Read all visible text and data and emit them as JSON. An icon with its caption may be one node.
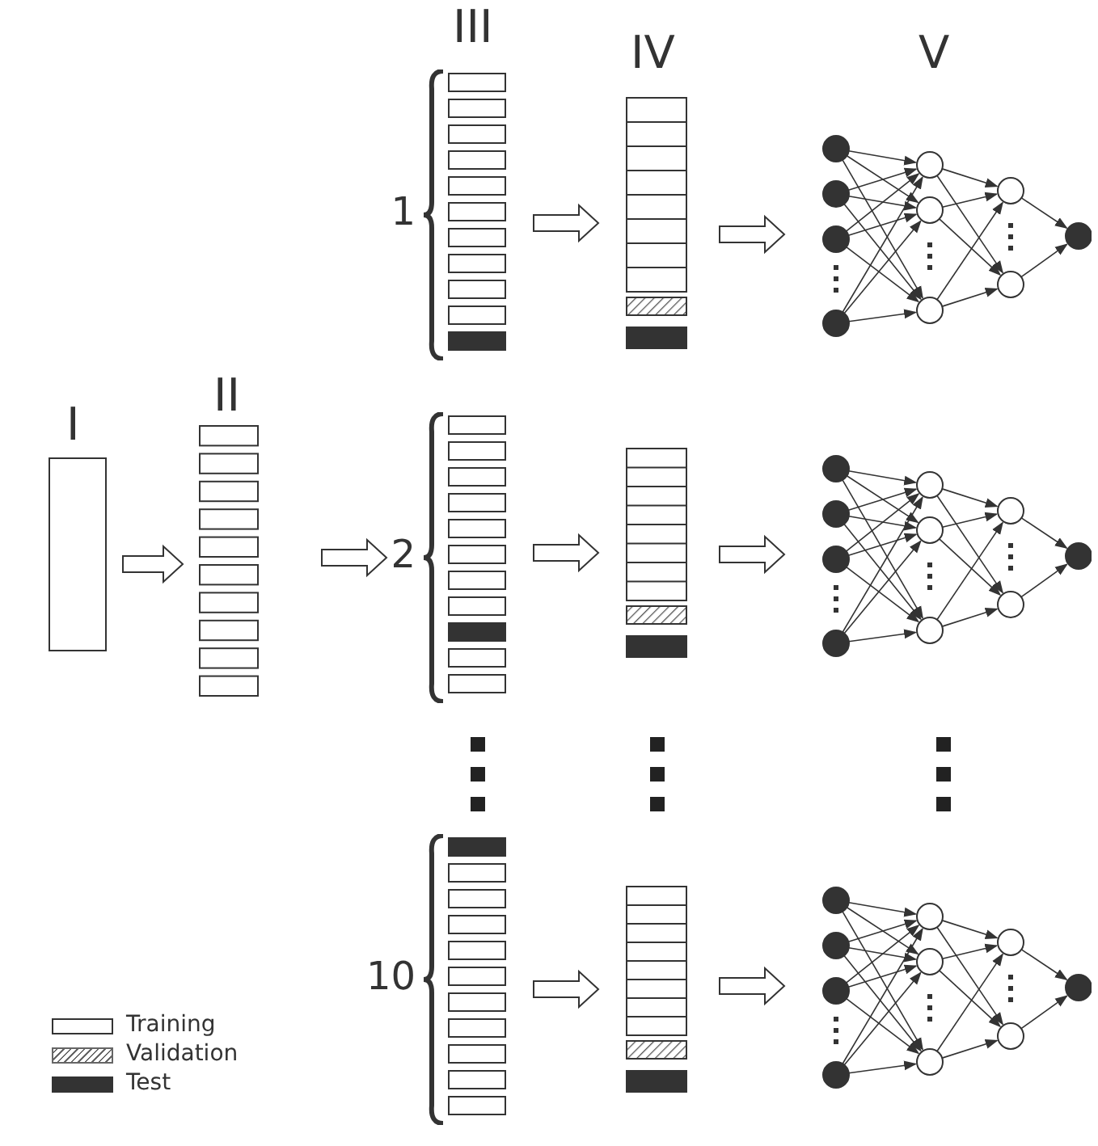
{
  "diagram": {
    "nodes": [
      {
        "text": [],
        "shape": "box"
      },
      {
        "text": [],
        "shape": "bar"
      },
      {
        "text": [],
        "shape": "bar",
        "beside": [
          "1"
        ]
      },
      {
        "text": [],
        "shape": "bar"
      },
      {
        "text": [],
        "shape": "network"
      },
      {
        "text": [],
        "shape": "bar",
        "beside": [
          "2"
        ]
      },
      {
        "text": [],
        "shape": "bar"
      },
      {
        "text": [],
        "shape": "network"
      },
      {
        "text": [],
        "shape": "bar",
        "beside": [
          "10"
        ]
      },
      {
        "text": [],
        "shape": "bar"
      },
      {
        "text": [],
        "shape": "network"
      }
    ],
    "edges": [
      {
        "from": 0,
        "to": 1,
        "arrow": "to"
      },
      {
        "from": 1,
        "to": 5,
        "arrow": "to"
      },
      {
        "from": 2,
        "to": 3,
        "arrow": "to"
      },
      {
        "from": 3,
        "to": 4,
        "arrow": "to"
      },
      {
        "from": 5,
        "to": 6,
        "arrow": "to"
      },
      {
        "from": 6,
        "to": 7,
        "arrow": "to"
      },
      {
        "from": 8,
        "to": 9,
        "arrow": "to"
      },
      {
        "from": 9,
        "to": 10,
        "arrow": "to"
      }
    ],
    "labels": [
      "III",
      "IV",
      "V",
      "I",
      "II"
    ],
    "legend": [
      {
        "text": "Training",
        "color": "#ffffff"
      },
      {
        "text": "Validation"
      },
      {
        "text": "Test",
        "color": "#333333"
      }
    ]
  }
}
